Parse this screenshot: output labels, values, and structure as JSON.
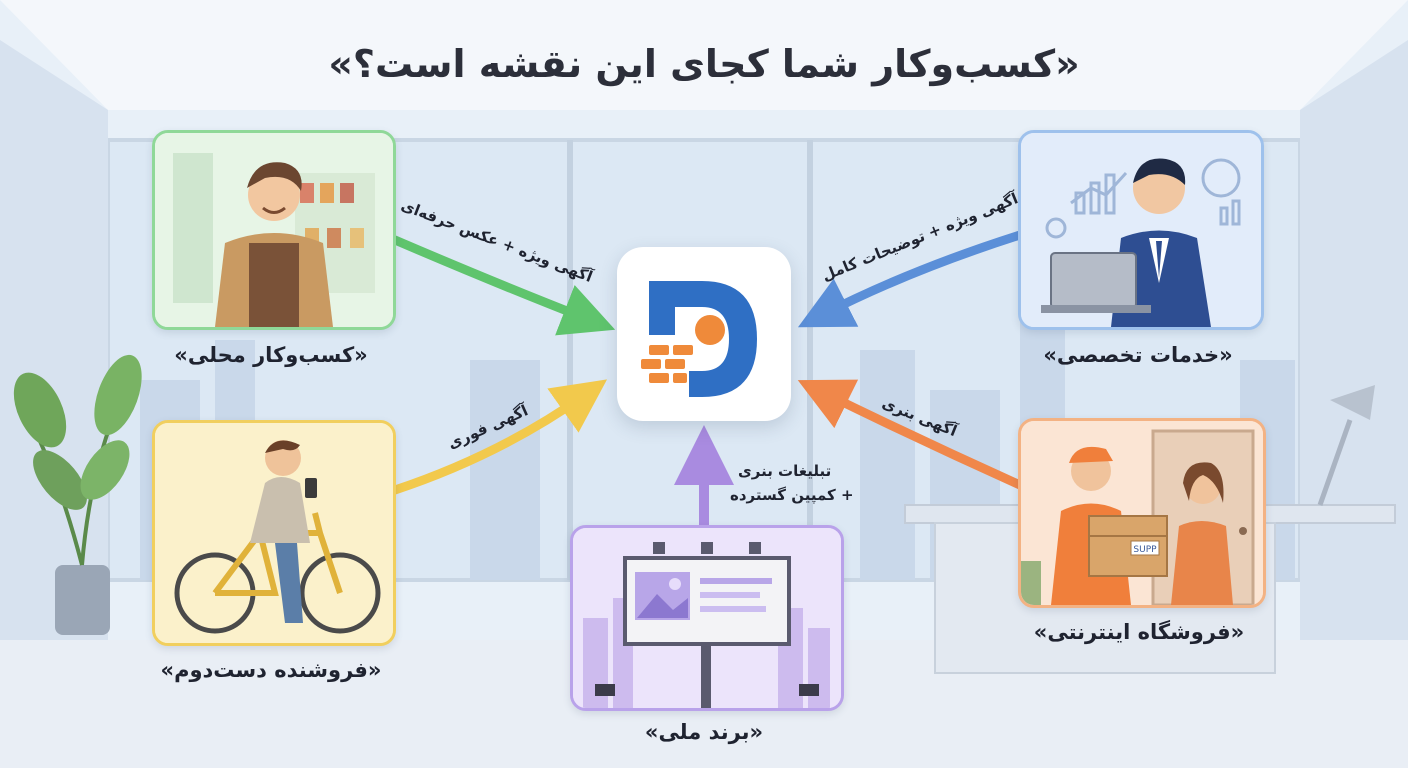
{
  "title": "«کسب‌وکار شما کجای این نقشه است؟»",
  "nodes": {
    "local_business": {
      "label": "«کسب‌وکار محلی»",
      "color": "#7fd08a"
    },
    "second_hand": {
      "label": "«فروشنده دست‌دوم»",
      "color": "#f0c04a"
    },
    "national_brand": {
      "label": "«برند ملی»",
      "color": "#b49ae6"
    },
    "professional_services": {
      "label": "«خدمات تخصصی»",
      "color": "#8bb6e8"
    },
    "online_store": {
      "label": "«فروشگاه اینترنتی»",
      "color": "#f0a56a"
    }
  },
  "edges": {
    "local_business": "آگهی ویژه + عکس حرفه‌ای",
    "second_hand": "آگهی فوری",
    "national_brand_line1": "تبلیغات بنری",
    "national_brand_line2": "+ کمپین گسترده",
    "professional_services": "آگهی ویژه + توضیحات کامل",
    "online_store": "آگهی بنری"
  },
  "box_label": "SUPP",
  "colors": {
    "green_arrow": "#5fc46d",
    "yellow_arrow": "#f2c94c",
    "purple_arrow": "#a98be0",
    "blue_arrow": "#5b8fd8",
    "orange_arrow": "#f0874a",
    "logo_blue": "#2f6fc4",
    "logo_orange": "#ef8a3a"
  }
}
